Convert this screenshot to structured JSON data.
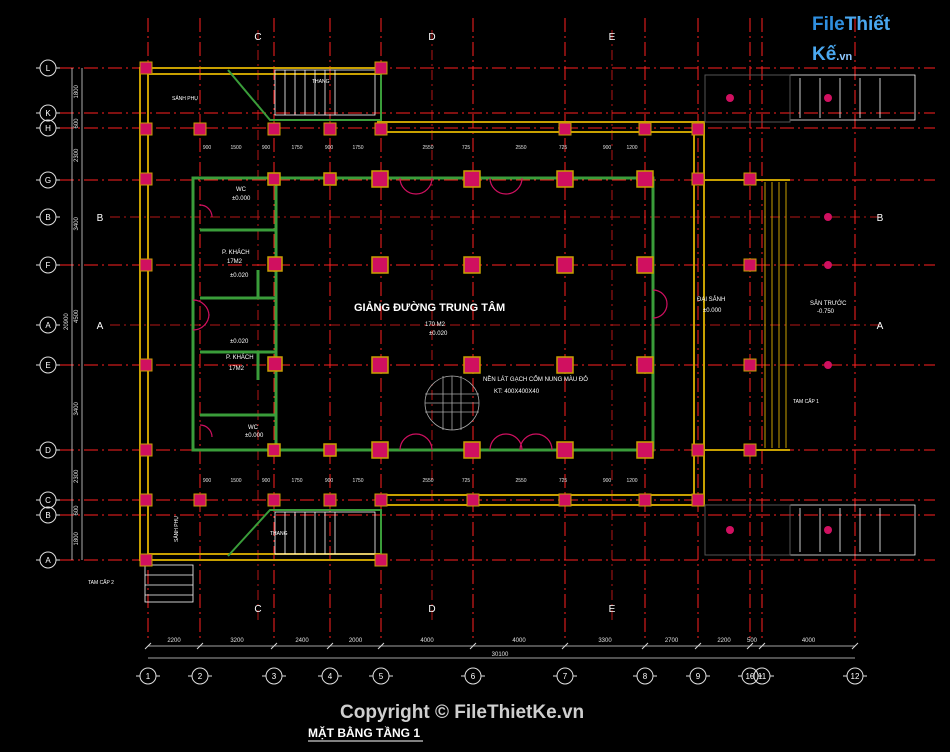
{
  "logo": {
    "part1": "File",
    "part2": "Thiết Kế",
    "tld": ".vn"
  },
  "title": "MẶT BẰNG TẦNG 1",
  "copyright": "Copyright © FileThietKe.vn",
  "main_hall": {
    "label": "GIẢNG ĐƯỜNG TRUNG TÂM",
    "area": "170 M2",
    "level": "±0.020"
  },
  "floor_note": {
    "line1": "NỀN LÁT GẠCH CỔM NUNG MÀU ĐỎ",
    "line2": "KT: 400X400X40"
  },
  "rooms": {
    "wc_top": "WC",
    "wc_top_level": "±0.000",
    "guest1": "P. KHÁCH",
    "guest1_area": "17M2",
    "guest1_level": "±0.020",
    "guest2": "P. KHÁCH",
    "guest2_area": "17M2",
    "guest2_level": "±0.020",
    "wc_bottom": "WC",
    "wc_bottom_level": "±0.000",
    "lobby": "ĐẠI SẢNH",
    "lobby_level": "±0.000",
    "front_yard": "SÂN TRƯỚC",
    "front_yard_level": "-0.750",
    "side_top": "SẢNH PHỤ",
    "side_bottom": "SẢNH PHỤ",
    "stair_top": "THANG",
    "stair_bottom": "THANG",
    "step1": "TAM CẤP 1",
    "step2": "TAM CẤP 2"
  },
  "grid_top": [
    "C",
    "D",
    "E"
  ],
  "grid_left": [
    "L",
    "K",
    "H",
    "G",
    "B",
    "F",
    "A",
    "E",
    "D",
    "C",
    "B",
    "A"
  ],
  "grid_right": [
    "B",
    "A"
  ],
  "grid_bottom": [
    "1",
    "2",
    "3",
    "4",
    "5",
    "6",
    "7",
    "8",
    "9",
    "10",
    "11",
    "12"
  ],
  "dims_bottom": [
    "2200",
    "3200",
    "2400",
    "2000",
    "4000",
    "4000",
    "3300",
    "2700",
    "2200",
    "500",
    "4000"
  ],
  "dim_total": "30100",
  "dims_left": [
    "1800",
    "600",
    "2300",
    "3400",
    "4500",
    "3400",
    "2300",
    "600",
    "1800"
  ],
  "dims_left_total": "20900",
  "dims_top_row": [
    "900",
    "1500",
    "900",
    "1750",
    "900",
    "1750",
    "2550",
    "725",
    "2550",
    "725",
    "900",
    "1200"
  ],
  "dims_bottom_row": [
    "900",
    "1500",
    "900",
    "1750",
    "900",
    "1750",
    "2550",
    "725",
    "2550",
    "725",
    "900",
    "1200"
  ],
  "colors": {
    "background": "#000000",
    "grid": "#ff2020",
    "wall": "#3a9d3a",
    "column": "#d01060",
    "beam": "#c8a000",
    "stair": "#ffffff"
  }
}
